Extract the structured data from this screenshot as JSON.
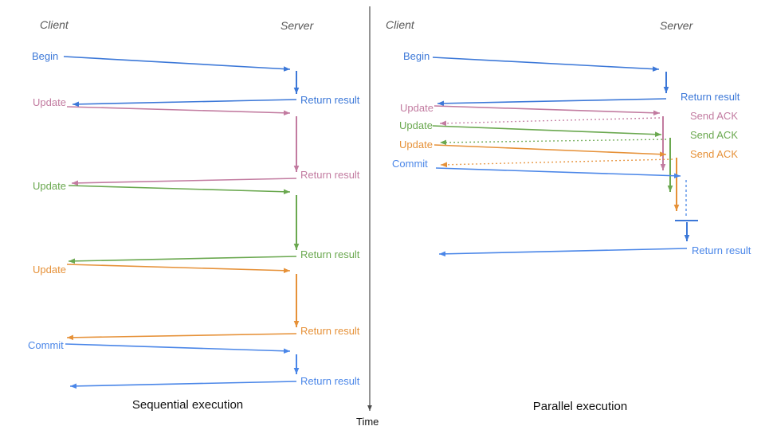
{
  "panels": {
    "sequential": {
      "client_header": "Client",
      "server_header": "Server",
      "caption": "Sequential execution",
      "calls": [
        {
          "request": "Begin",
          "response": "Return result"
        },
        {
          "request": "Update",
          "response": "Return result"
        },
        {
          "request": "Update",
          "response": "Return result"
        },
        {
          "request": "Update",
          "response": "Return result"
        },
        {
          "request": "Commit",
          "response": "Return result"
        }
      ]
    },
    "parallel": {
      "client_header": "Client",
      "server_header": "Server",
      "caption": "Parallel execution",
      "calls": [
        {
          "request": "Begin",
          "response": "Return result"
        },
        {
          "request": "Update",
          "response": "Send ACK"
        },
        {
          "request": "Update",
          "response": "Send ACK"
        },
        {
          "request": "Update",
          "response": "Send ACK"
        },
        {
          "request": "Commit",
          "response": "Return result"
        }
      ]
    },
    "time_axis": {
      "label": "Time"
    }
  },
  "colors": {
    "begin_blue": "#3c78d8",
    "commit_blue": "#4a86e8",
    "update_pink": "#c27ba0",
    "update_green": "#6aa84f",
    "update_orange": "#e69138",
    "wait_dashed_blue": "#6d9eeb",
    "header_gray": "#595959",
    "time_axis_gray": "#4d4d4d"
  }
}
